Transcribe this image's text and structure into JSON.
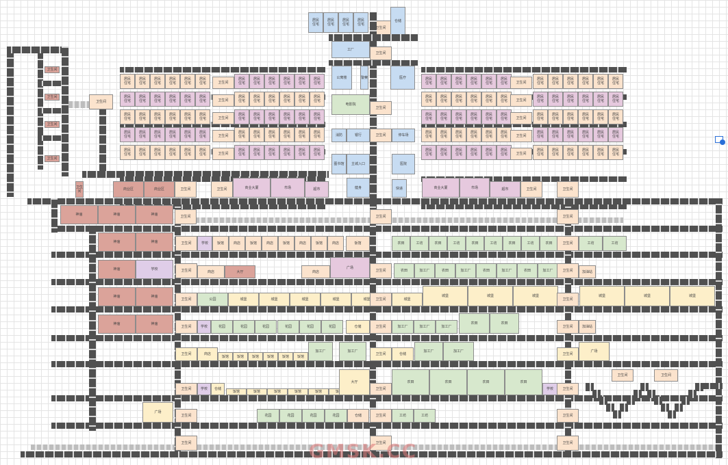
{
  "labels": {
    "hr": "居民\n住宅",
    "ck": "仓储",
    "tg": "电影院",
    "ws": "卫生间",
    "bz": "商业区",
    "ap": "公寓楼",
    "hp": "卫生间",
    "sx": "警察",
    "med": "医疗",
    "fire": "消防",
    "gate": "主城入口",
    "bank": "银行",
    "tp": "停车场",
    "temple": "神庙",
    "lib": "图书馆",
    "hosp": "医院",
    "yard": "工厂",
    "farm": "农田",
    "sdq": "商业大厦",
    "ga": "加油站",
    "sch": "学校",
    "kd": "快递",
    "jz": "健身",
    "mk": "市场",
    "ss": "超市",
    "hz": "花园",
    "gf": "工坊",
    "dc": "大厅",
    "rb": "加工厂",
    "pa": "公园",
    "ff": "饭馆",
    "shop": "商店",
    "sq": "广场",
    "ct": "城堡"
  },
  "grid_colors": {
    "road": "#505050",
    "pink": "#e6c9de",
    "peach": "#fbe3cd",
    "red": "#dba39a",
    "blue": "#c7dcf2",
    "green": "#d7e8cd",
    "yellow": "#fdefc9"
  },
  "watermark": "GMSK.CC",
  "icons": {
    "selection": "selection-handle-icon"
  }
}
